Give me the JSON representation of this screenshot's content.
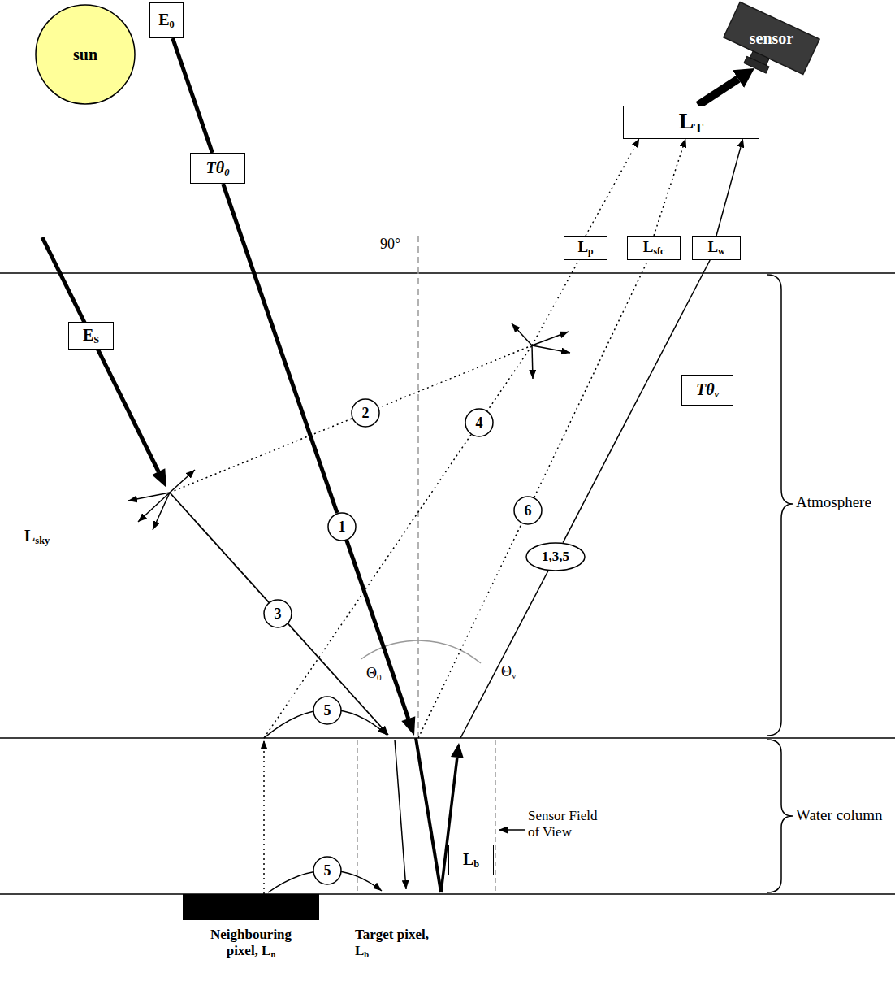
{
  "diagram": {
    "nodes": [
      {
        "text": [
          "sun"
        ]
      },
      {
        "text": [
          "E0"
        ]
      },
      {
        "text": [
          "sensor"
        ]
      },
      {
        "text": [
          "LT"
        ]
      },
      {
        "text": [
          "Lp"
        ]
      },
      {
        "text": [
          "Lsfc"
        ]
      },
      {
        "text": [
          "Lw"
        ]
      },
      {
        "text": [
          "ES"
        ]
      },
      {
        "text": [
          "Tθ0"
        ]
      },
      {
        "text": [
          "2"
        ]
      },
      {
        "text": [
          "4"
        ]
      },
      {
        "text": [
          "Tθv"
        ]
      },
      {
        "text": [
          "6"
        ]
      },
      {
        "text": [
          "1"
        ]
      },
      {
        "text": [
          "1,3,5"
        ]
      },
      {
        "text": [
          "3"
        ]
      },
      {
        "text": [
          "5"
        ]
      },
      {
        "text": [
          "Lb"
        ]
      },
      {
        "text": [
          "5"
        ]
      },
      {
        "text": [
          "Neighbouring pixel, Ln"
        ]
      }
    ],
    "edges": [
      {
        "from": 3,
        "to": 2,
        "arrow": "to"
      },
      {
        "from": 4,
        "to": 3,
        "arrow": "to"
      },
      {
        "from": 5,
        "to": 3,
        "arrow": "to"
      },
      {
        "from": 6,
        "to": 3,
        "arrow": "to"
      },
      {
        "from": 1,
        "to": 8,
        "arrow": "none"
      },
      {
        "from": 8,
        "to": 13,
        "arrow": "none"
      },
      {
        "from": 12,
        "to": 5,
        "arrow": "none"
      },
      {
        "from": 14,
        "to": 6,
        "arrow": "none"
      }
    ],
    "labels": [
      "90°",
      "Atmosphere",
      "Lsky",
      "Θ0",
      "Θv",
      "Sensor Field of View",
      "Water column",
      "Target pixel, Lb"
    ]
  }
}
